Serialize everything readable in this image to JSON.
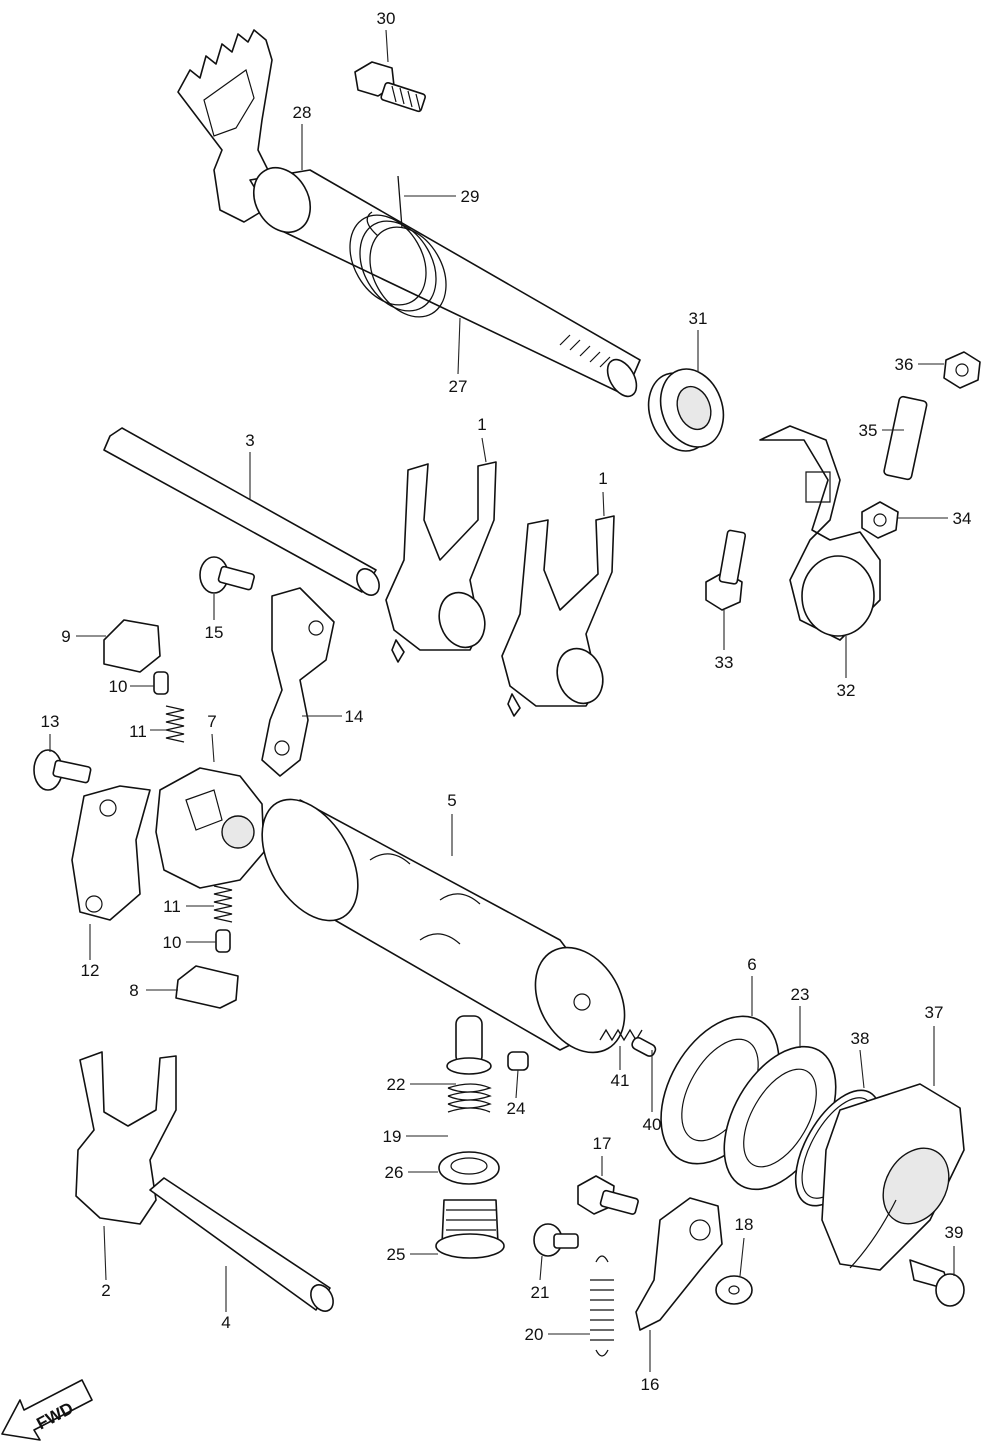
{
  "callouts": [
    {
      "number": "1"
    },
    {
      "number": "1"
    },
    {
      "number": "2"
    },
    {
      "number": "3"
    },
    {
      "number": "4"
    },
    {
      "number": "5"
    },
    {
      "number": "6"
    },
    {
      "number": "7"
    },
    {
      "number": "8"
    },
    {
      "number": "9"
    },
    {
      "number": "10"
    },
    {
      "number": "10"
    },
    {
      "number": "11"
    },
    {
      "number": "11"
    },
    {
      "number": "12"
    },
    {
      "number": "13"
    },
    {
      "number": "14"
    },
    {
      "number": "15"
    },
    {
      "number": "16"
    },
    {
      "number": "17"
    },
    {
      "number": "18"
    },
    {
      "number": "19"
    },
    {
      "number": "20"
    },
    {
      "number": "21"
    },
    {
      "number": "22"
    },
    {
      "number": "23"
    },
    {
      "number": "24"
    },
    {
      "number": "25"
    },
    {
      "number": "26"
    },
    {
      "number": "27"
    },
    {
      "number": "28"
    },
    {
      "number": "29"
    },
    {
      "number": "30"
    },
    {
      "number": "31"
    },
    {
      "number": "32"
    },
    {
      "number": "33"
    },
    {
      "number": "34"
    },
    {
      "number": "35"
    },
    {
      "number": "36"
    },
    {
      "number": "37"
    },
    {
      "number": "38"
    },
    {
      "number": "39"
    },
    {
      "number": "40"
    },
    {
      "number": "41"
    }
  ],
  "direction_marker": {
    "label": "FWD",
    "icon": "arrow-left-down-icon"
  }
}
